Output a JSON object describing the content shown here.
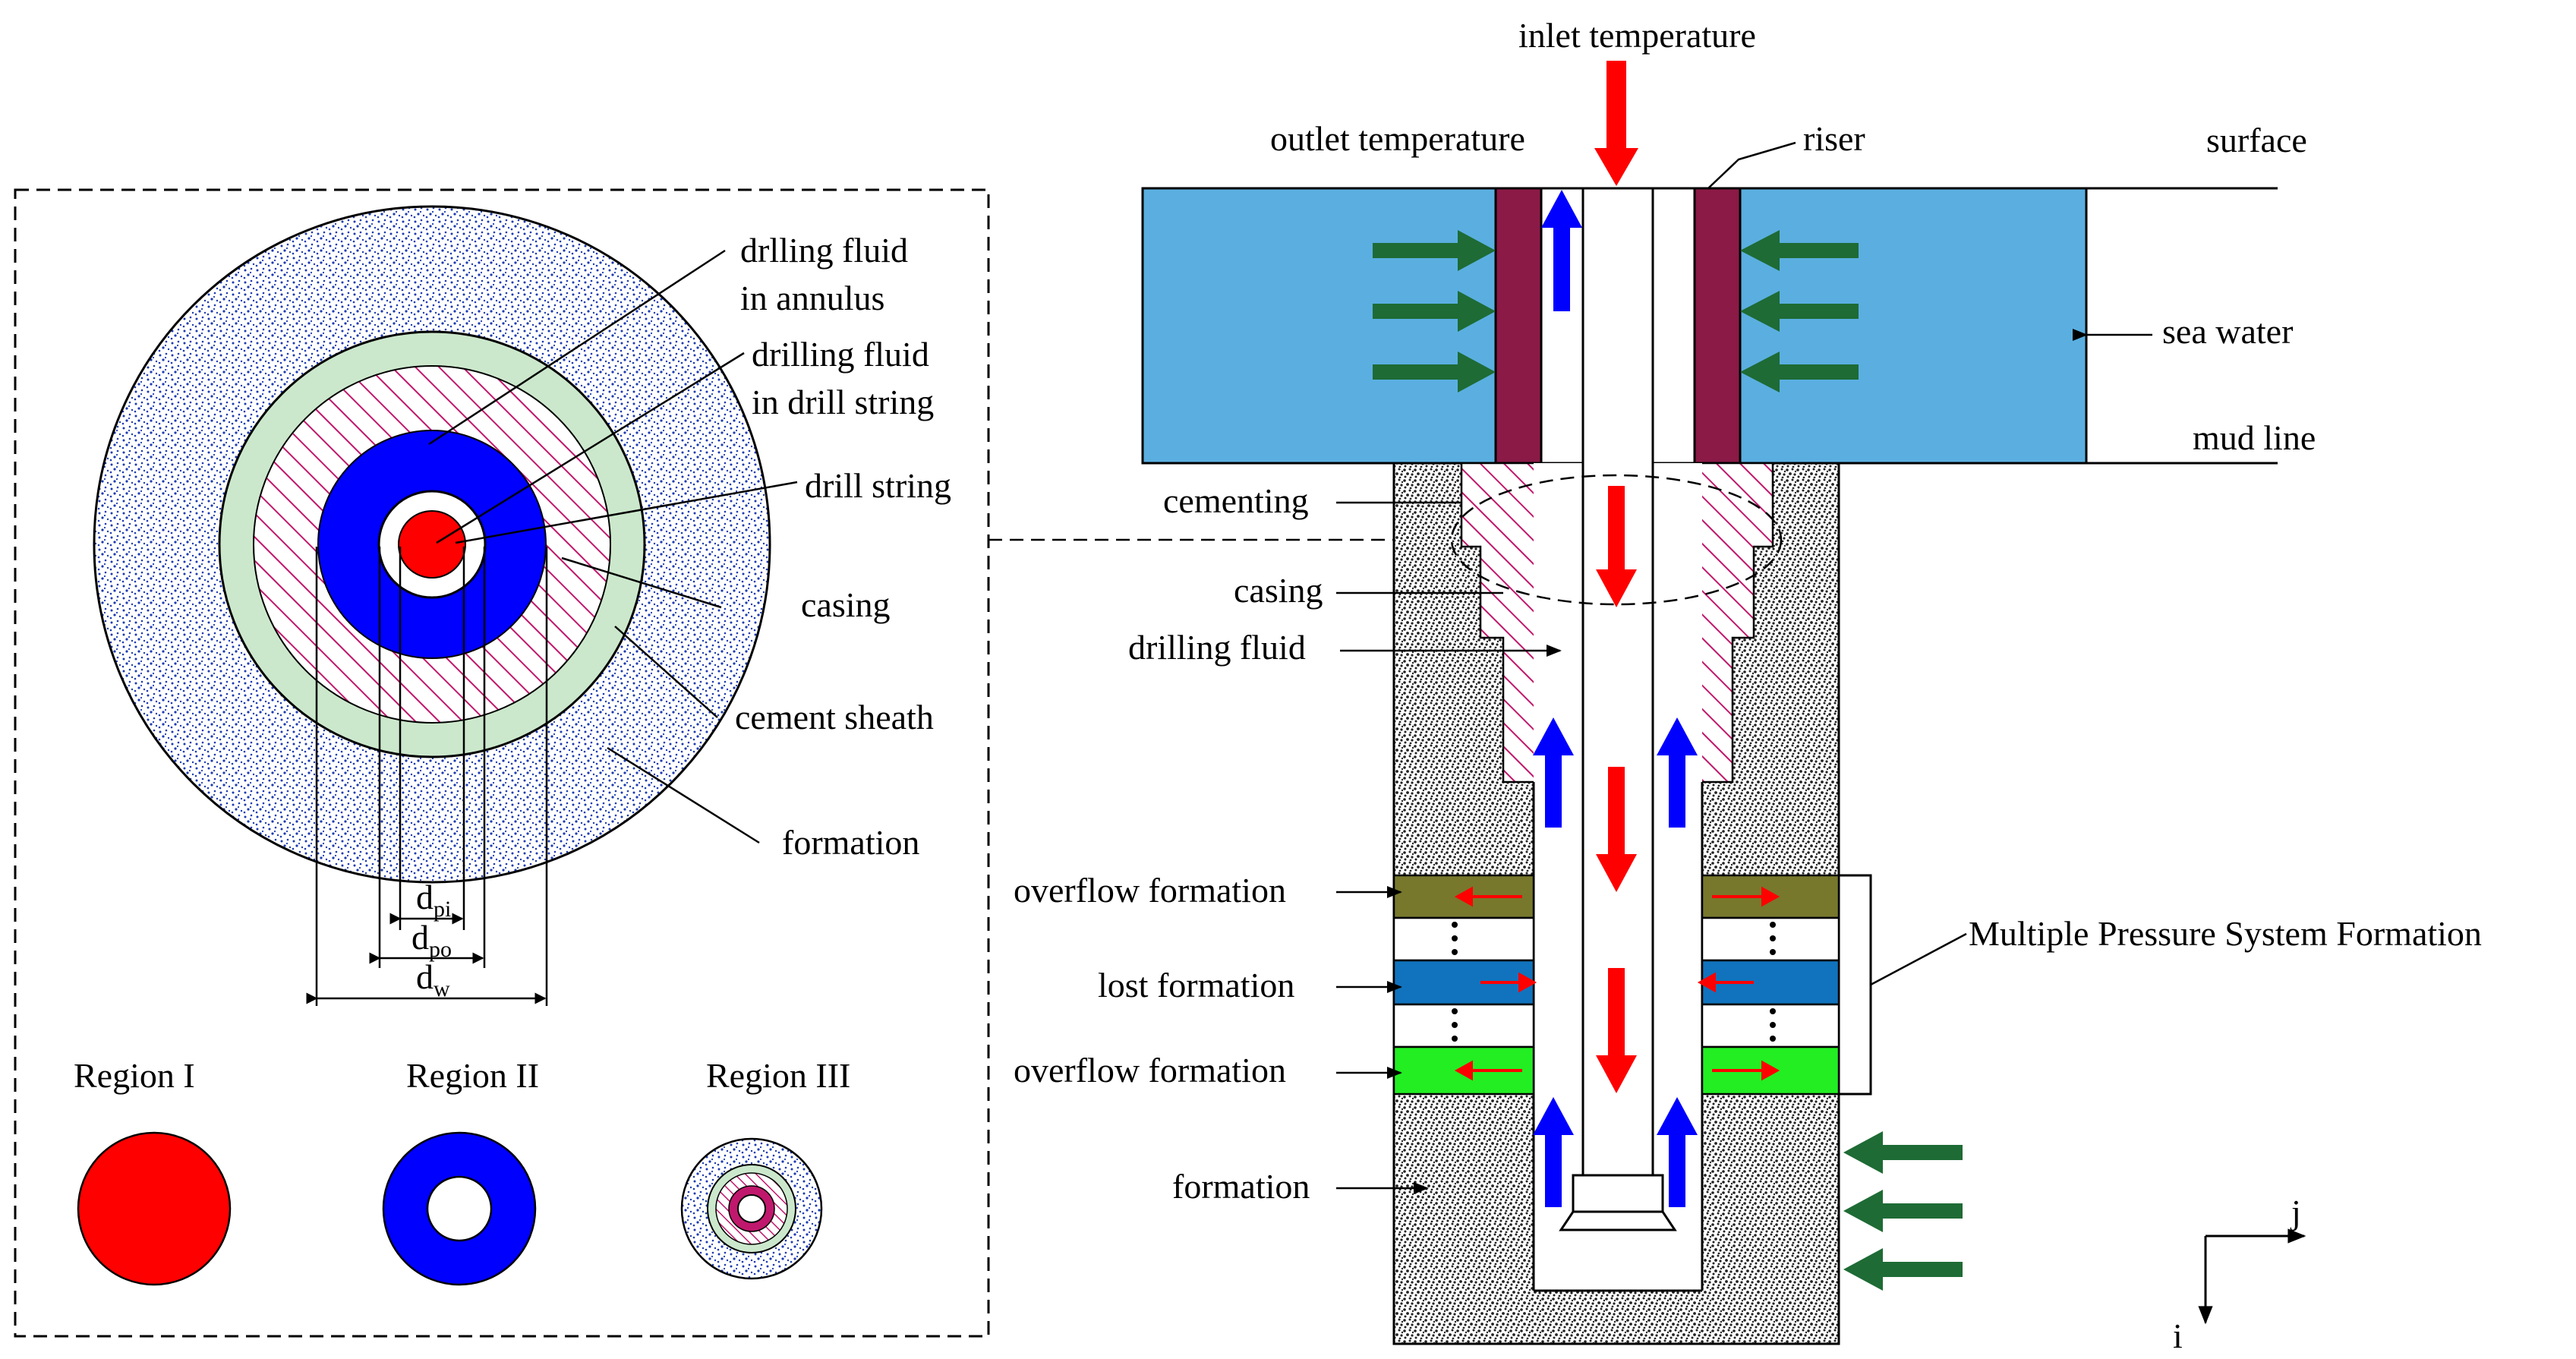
{
  "cross_section": {
    "labels": {
      "annulus_fluid_line1": "drlling fluid",
      "annulus_fluid_line2": "in annulus",
      "string_fluid_line1": "drilling fluid",
      "string_fluid_line2": "in drill string",
      "drill_string": "drill string",
      "casing": "casing",
      "cement_sheath": "cement sheath",
      "formation": "formation"
    },
    "dims": {
      "d_pi": {
        "base": "d",
        "sub": "pi"
      },
      "d_po": {
        "base": "d",
        "sub": "po"
      },
      "d_w": {
        "base": "d",
        "sub": "w"
      }
    },
    "regions": [
      "Region I",
      "Region II",
      "Region III"
    ]
  },
  "well": {
    "labels": {
      "inlet": "inlet temperature",
      "outlet": "outlet temperature",
      "riser": "riser",
      "surface": "surface",
      "sea_water": "sea water",
      "mud_line": "mud line",
      "cementing": "cementing",
      "casing": "casing",
      "drilling_fluid": "drilling fluid",
      "overflow_top": "overflow formation",
      "lost": "lost formation",
      "overflow_bottom": "overflow formation",
      "formation": "formation",
      "mps": "Multiple Pressure System Formation"
    },
    "axes": {
      "j": "j",
      "i": "i"
    }
  },
  "colors": {
    "sea": "#5aafe0",
    "riser": "#8b1a46",
    "blue_fluid": "#0000ff",
    "red_fluid": "#ff0000",
    "arrow_green": "#1e6b35",
    "cement": "#cce8cc",
    "casing_hatch": "#c0186c",
    "overflow_top": "#77782c",
    "lost": "#1173bd",
    "overflow_bottom": "#22ee22",
    "formation_dots": "#1d3bb0"
  },
  "icons": [
    "flow-arrow-icon",
    "heat-arrow-icon",
    "ellipsis-dots-icon"
  ]
}
